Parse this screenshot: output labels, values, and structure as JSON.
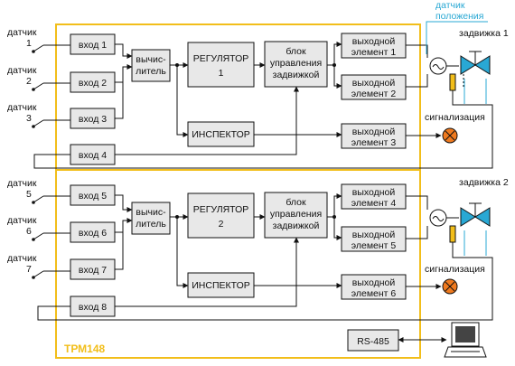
{
  "device": {
    "name": "ТРМ148",
    "name_color": "#f2be1a",
    "frame_color": "#f2be1a"
  },
  "colors": {
    "box_fill": "#e8e8e8",
    "valve_fill": "#29a8d4",
    "alarm_fill": "#f07a1e",
    "sensor_fill": "#f2be1a"
  },
  "sensors": [
    {
      "label": "датчик",
      "num": "1"
    },
    {
      "label": "датчик",
      "num": "2"
    },
    {
      "label": "датчик",
      "num": "3"
    },
    {
      "label": "датчик",
      "num": "5"
    },
    {
      "label": "датчик",
      "num": "6"
    },
    {
      "label": "датчик",
      "num": "7"
    }
  ],
  "inputs": [
    "вход 1",
    "вход 2",
    "вход 3",
    "вход 4",
    "вход 5",
    "вход 6",
    "вход 7",
    "вход 8"
  ],
  "calculators": [
    {
      "line1": "вычис-",
      "line2": "литель"
    },
    {
      "line1": "вычис-",
      "line2": "литель"
    }
  ],
  "regulators": [
    {
      "line1": "РЕГУЛЯТОР",
      "line2": "1"
    },
    {
      "line1": "РЕГУЛЯТОР",
      "line2": "2"
    }
  ],
  "inspectors": [
    "ИНСПЕКТОР",
    "ИНСПЕКТОР"
  ],
  "valve_blocks": [
    {
      "line1": "блок",
      "line2": "управления",
      "line3": "задвижкой"
    },
    {
      "line1": "блок",
      "line2": "управления",
      "line3": "задвижкой"
    }
  ],
  "outputs": [
    {
      "line1": "выходной",
      "line2": "элемент 1"
    },
    {
      "line1": "выходной",
      "line2": "элемент 2"
    },
    {
      "line1": "выходной",
      "line2": "элемент 3"
    },
    {
      "line1": "выходной",
      "line2": "элемент 4"
    },
    {
      "line1": "выходной",
      "line2": "элемент 5"
    },
    {
      "line1": "выходной",
      "line2": "элемент 6"
    }
  ],
  "valves": [
    "задвижка 1",
    "задвижка 2"
  ],
  "alarms": [
    "сигнализация",
    "сигнализация"
  ],
  "position_sensor": {
    "line1": "датчик",
    "line2": "положения"
  },
  "interface": "RS-485"
}
